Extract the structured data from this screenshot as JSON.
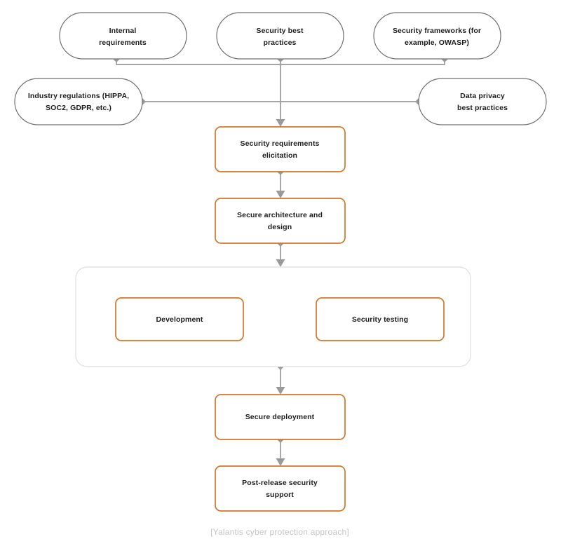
{
  "diagram": {
    "caption": "[Yalantis cyber protection approach]",
    "colors": {
      "process_border": "#d4772a",
      "input_border": "#6e7073",
      "connector": "#9a9a9a",
      "group_border": "#e3e3e3",
      "label_text": "#1c1c1c",
      "caption_text": "#c6c6c6",
      "background": "#ffffff"
    },
    "inputs": [
      {
        "id": "internal-requirements",
        "line1": "Internal",
        "line2": "requirements"
      },
      {
        "id": "security-best-practices",
        "line1": "Security best",
        "line2": "practices"
      },
      {
        "id": "security-frameworks",
        "line1": "Security frameworks (for",
        "line2": "example, OWASP)"
      },
      {
        "id": "industry-regulations",
        "line1": "Industry regulations (HIPPA,",
        "line2": "SOC2, GDPR, etc.)"
      },
      {
        "id": "data-privacy",
        "line1": "Data privacy",
        "line2": "best practices"
      }
    ],
    "stages": [
      {
        "id": "security-requirements-elicitation",
        "line1": "Security requirements",
        "line2": "elicitation"
      },
      {
        "id": "secure-architecture-and-design",
        "line1": "Secure architecture and",
        "line2": "design"
      },
      {
        "id": "development",
        "line1": "Development",
        "line2": ""
      },
      {
        "id": "security-testing",
        "line1": "Security testing",
        "line2": ""
      },
      {
        "id": "secure-deployment",
        "line1": "Secure deployment",
        "line2": ""
      },
      {
        "id": "post-release-security-support",
        "line1": "Post-release security",
        "line2": "support"
      }
    ]
  }
}
